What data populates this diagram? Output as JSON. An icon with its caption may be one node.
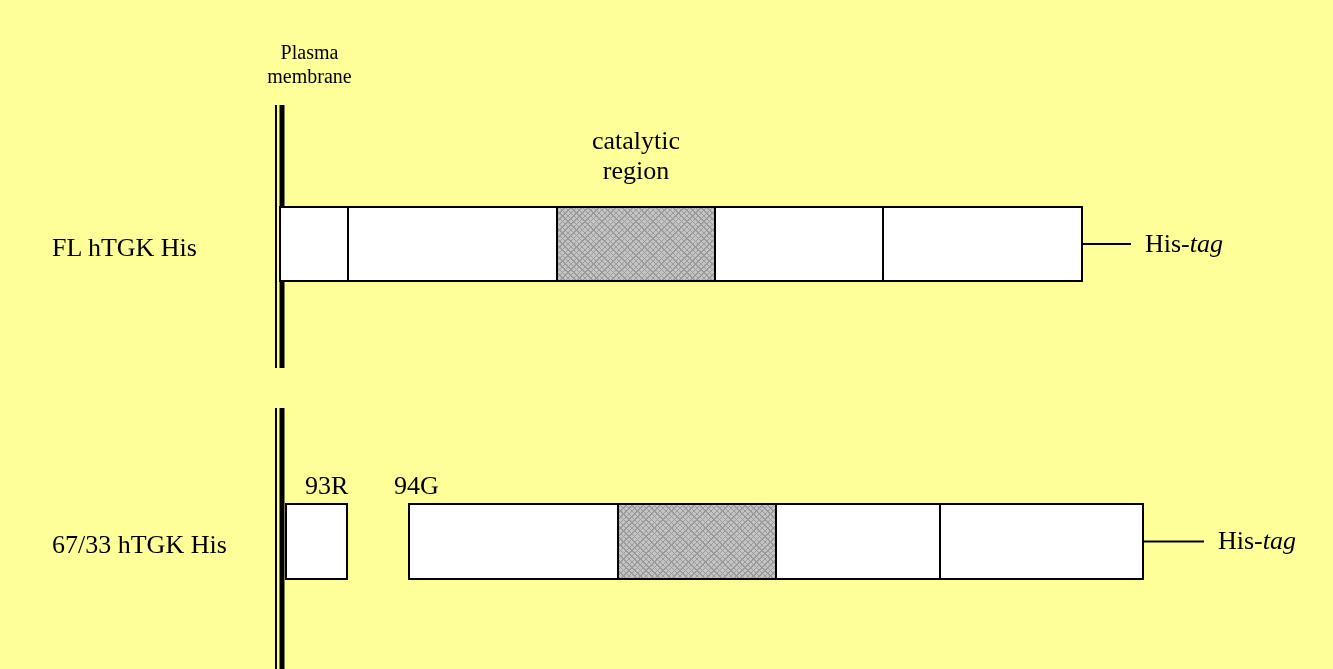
{
  "diagram": {
    "nodes": [
      {
        "text": [],
        "shape": "box"
      },
      {
        "text": [],
        "shape": "box"
      },
      {
        "text": [
          "catalytic region"
        ]
      },
      {
        "text": [],
        "shape": "box"
      },
      {
        "text": [],
        "shape": "box"
      },
      {
        "text": [
          "His-*tag*"
        ]
      },
      {
        "text": [],
        "shape": "box",
        "beside": [
          "93R"
        ]
      },
      {
        "text": [],
        "shape": "box",
        "beside": [
          "94G"
        ]
      },
      {
        "text": [],
        "shape": "box"
      },
      {
        "text": [],
        "shape": "box"
      },
      {
        "text": [],
        "shape": "box"
      },
      {
        "text": [
          "His-*tag*"
        ]
      }
    ],
    "edges": [
      {
        "from": 4,
        "to": 5,
        "arrow": "none"
      },
      {
        "from": 10,
        "to": 11,
        "arrow": "none"
      }
    ],
    "labels": [
      "Plasma membrane",
      "FL hTGK His",
      "67/33 hTGK His"
    ]
  }
}
